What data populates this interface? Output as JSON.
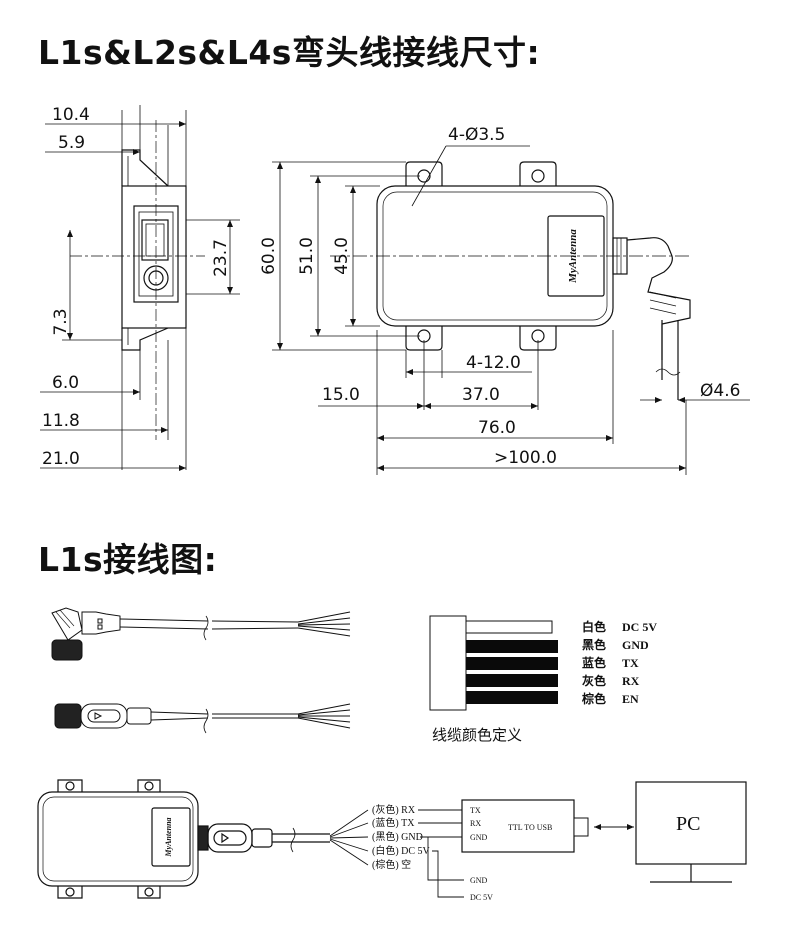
{
  "titles": {
    "dimensions": "L1s&L2s&L4s弯头线接线尺寸:",
    "wiring": "L1s接线图:"
  },
  "side_view_dims": [
    "10.4",
    "5.9",
    "23.7",
    "7.3",
    "6.0",
    "11.8",
    "21.0"
  ],
  "top_view_dims": {
    "holes": "4-Ø3.5",
    "height_outer": "60.0",
    "height_mid": "51.0",
    "height_inner": "45.0",
    "slots": "4-12.0",
    "offset": "15.0",
    "pitch": "37.0",
    "width": "76.0",
    "total": ">100.0",
    "cable_dia": "Ø4.6"
  },
  "brand": "MyAntenna",
  "legend": {
    "rows": [
      {
        "color": "白色",
        "signal": "DC 5V"
      },
      {
        "color": "黑色",
        "signal": "GND"
      },
      {
        "color": "蓝色",
        "signal": "TX"
      },
      {
        "color": "灰色",
        "signal": "RX"
      },
      {
        "color": "棕色",
        "signal": "EN"
      }
    ],
    "caption": "线缆颜色定义"
  },
  "wiring": {
    "wires": [
      "(灰色) RX",
      "(蓝色) TX",
      "(黑色) GND",
      "(白色) DC 5V",
      "(棕色) 空"
    ],
    "usb_pins": [
      "TX",
      "RX",
      "GND"
    ],
    "usb_label": "TTL TO USB",
    "power_pins": [
      "GND",
      "DC 5V"
    ],
    "pc_label": "PC"
  }
}
